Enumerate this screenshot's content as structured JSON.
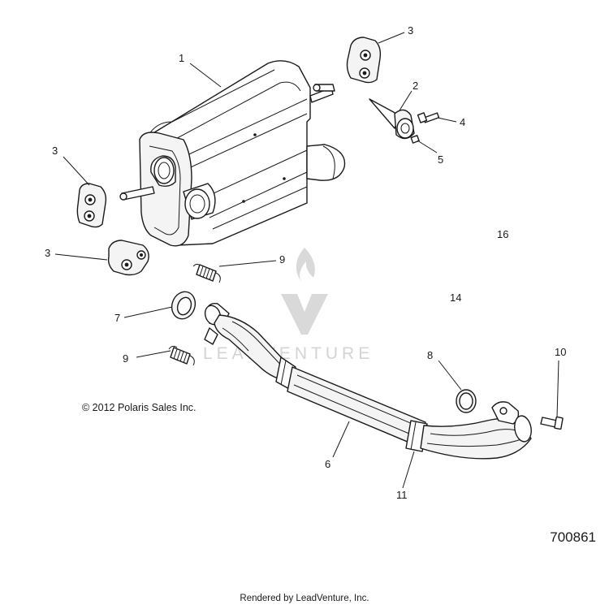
{
  "watermark": {
    "text": "LEADVENTURE"
  },
  "callouts": [
    {
      "id": "c1",
      "label": "1"
    },
    {
      "id": "c2",
      "label": "2"
    },
    {
      "id": "c3a",
      "label": "3"
    },
    {
      "id": "c3b",
      "label": "3"
    },
    {
      "id": "c3c",
      "label": "3"
    },
    {
      "id": "c4",
      "label": "4"
    },
    {
      "id": "c5",
      "label": "5"
    },
    {
      "id": "c6",
      "label": "6"
    },
    {
      "id": "c7",
      "label": "7"
    },
    {
      "id": "c8",
      "label": "8"
    },
    {
      "id": "c9a",
      "label": "9"
    },
    {
      "id": "c9b",
      "label": "9"
    },
    {
      "id": "c10",
      "label": "10"
    },
    {
      "id": "c11",
      "label": "11"
    },
    {
      "id": "c14",
      "label": "14"
    },
    {
      "id": "c16",
      "label": "16"
    }
  ],
  "copyright": "© 2012 Polaris Sales Inc.",
  "drawing_number": "700861",
  "footer": "Rendered by LeadVenture, Inc."
}
